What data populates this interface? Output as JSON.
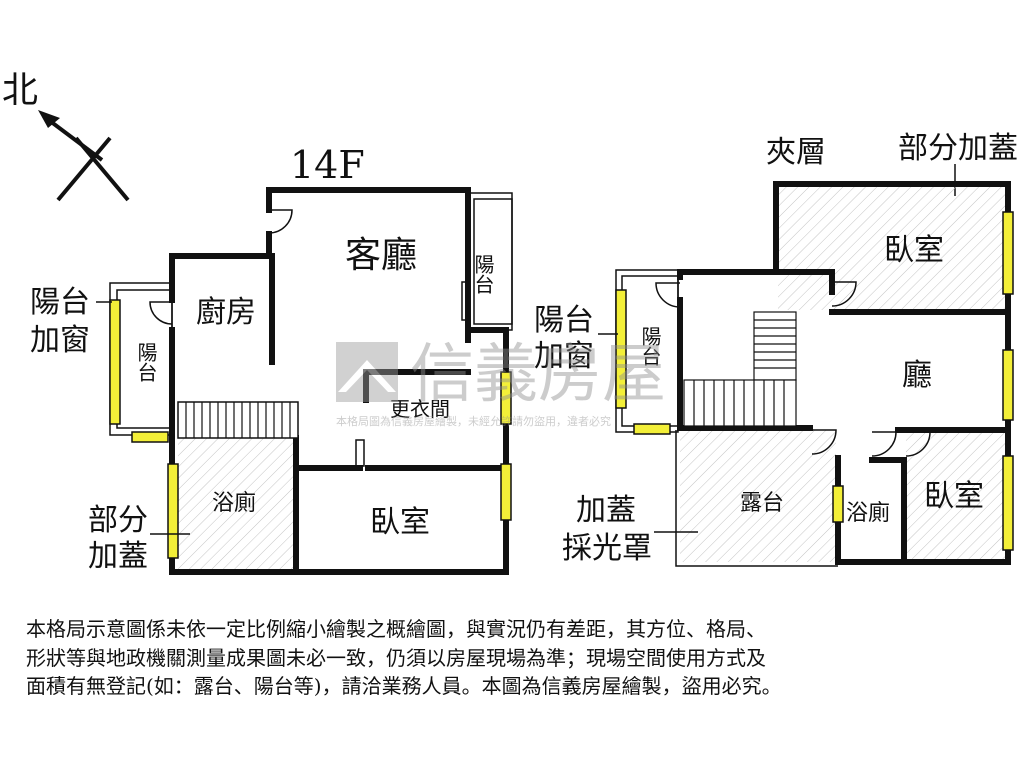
{
  "compass": {
    "north_label": "北"
  },
  "floors": {
    "f14": {
      "title": "14F",
      "rooms": {
        "living": "客廳",
        "kitchen": "廚房",
        "balcony_right": "陽台",
        "balcony_left": "陽台",
        "closet": "更衣間",
        "bath": "浴廁",
        "bedroom": "臥室"
      },
      "callouts": {
        "balcony_window": [
          "陽台",
          "加窗"
        ],
        "partial_cover": [
          "部分",
          "加蓋"
        ]
      }
    },
    "mezzanine": {
      "title": "夾層",
      "rooms": {
        "bedroom_top": "臥室",
        "hall": "廳",
        "terrace": "露台",
        "bath": "浴廁",
        "bedroom_bottom": "臥室",
        "balcony": "陽台"
      },
      "callouts": {
        "partial_cover": "部分加蓋",
        "balcony_window": [
          "陽台",
          "加窗"
        ],
        "skylight": [
          "加蓋",
          "採光罩"
        ]
      }
    }
  },
  "watermark": {
    "brand": "信義房屋",
    "notice": "本格局圖為信義房屋繪製，未經允許請勿盜用，違者必究"
  },
  "disclaimer": [
    "本格局示意圖係未依一定比例縮小繪製之概繪圖，與實況仍有差距，其方位、格局、",
    "形狀等與地政機關測量成果圖未必一致，仍須以房屋現場為準；現場空間使用方式及",
    "面積有無登記(如：露台、陽台等)，請洽業務人員。本圖為信義房屋繪製，盜用必究。"
  ],
  "colors": {
    "wall": "#111111",
    "window": "#f3ef38",
    "hatch": "#bdbdbd",
    "watermark": "#c8c8c8"
  }
}
